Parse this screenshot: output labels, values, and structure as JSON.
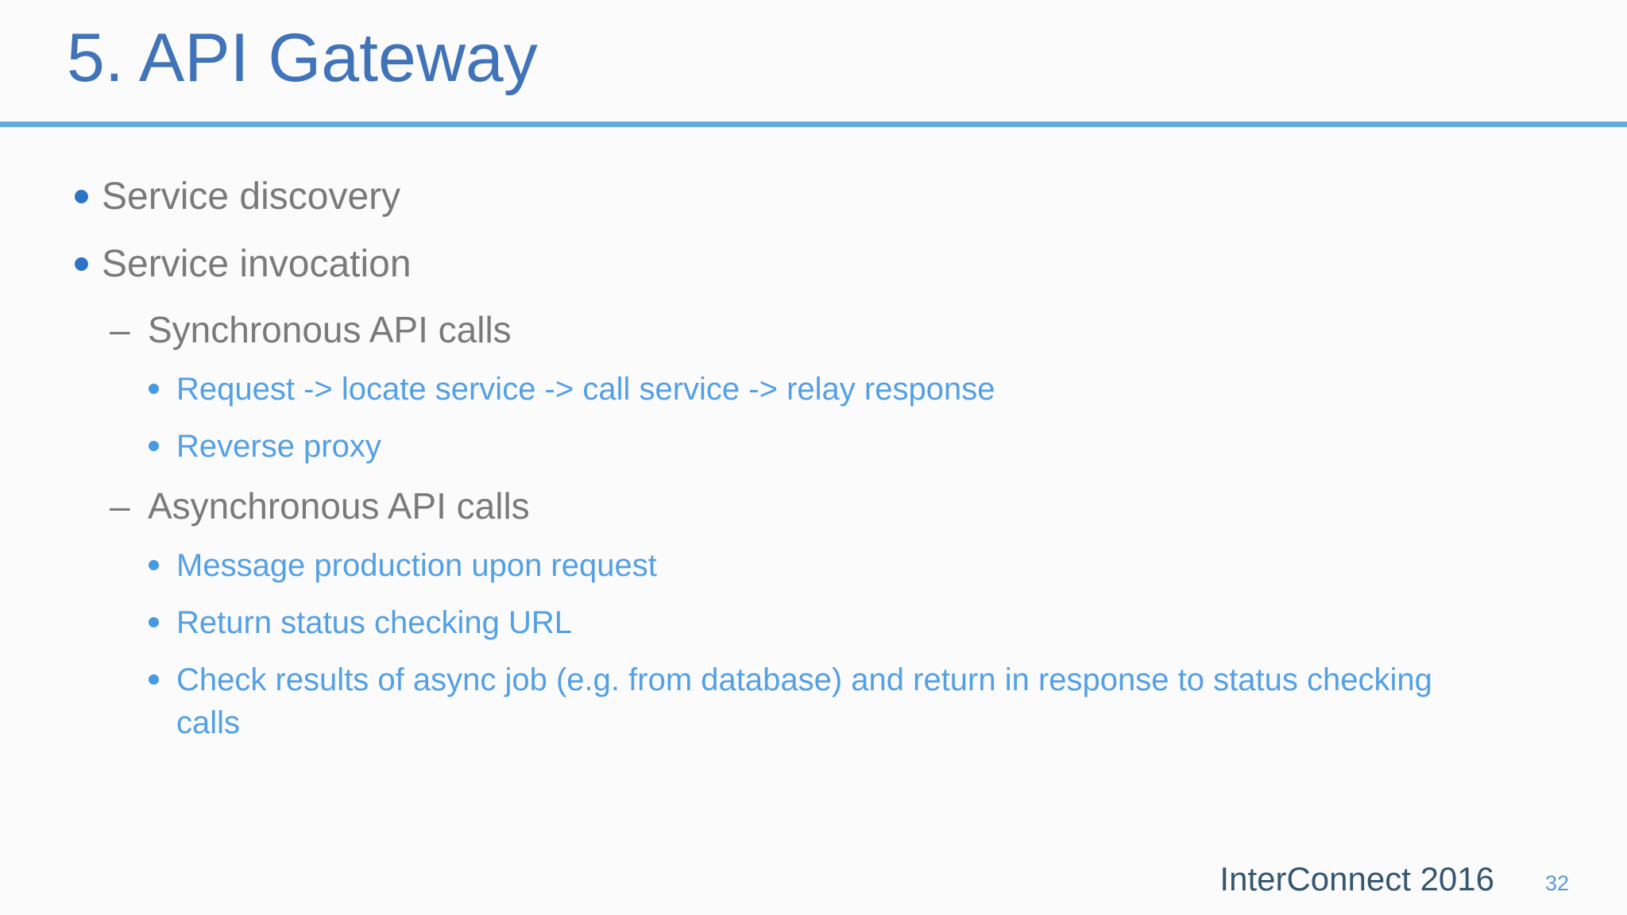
{
  "slide": {
    "title": "5. API Gateway",
    "markers": {
      "dash": "–"
    },
    "bullets": [
      {
        "level": 1,
        "text": "Service discovery"
      },
      {
        "level": 1,
        "text": "Service invocation"
      },
      {
        "level": 2,
        "text": "Synchronous API calls"
      },
      {
        "level": 3,
        "text": "Request -> locate service -> call service -> relay response"
      },
      {
        "level": 3,
        "text": "Reverse proxy"
      },
      {
        "level": 2,
        "text": "Asynchronous API calls"
      },
      {
        "level": 3,
        "text": "Message production upon request"
      },
      {
        "level": 3,
        "text": "Return status checking URL"
      },
      {
        "level": 3,
        "text": "Check results of async job (e.g. from database) and return in response to status checking calls"
      }
    ],
    "footer": {
      "conference": "InterConnect 2016",
      "page_number": "32"
    },
    "colors": {
      "title_blue": "#4173b8",
      "rule_light_blue": "#62abdf",
      "body_gray": "#7a7a7a",
      "sub_bullet_blue": "#54a0e4",
      "bullet_dot_blue": "#2e74c5",
      "footer_dark_slate": "#35566f",
      "page_number_blue": "#5b9bd5",
      "background": "#fbfbfc"
    }
  }
}
